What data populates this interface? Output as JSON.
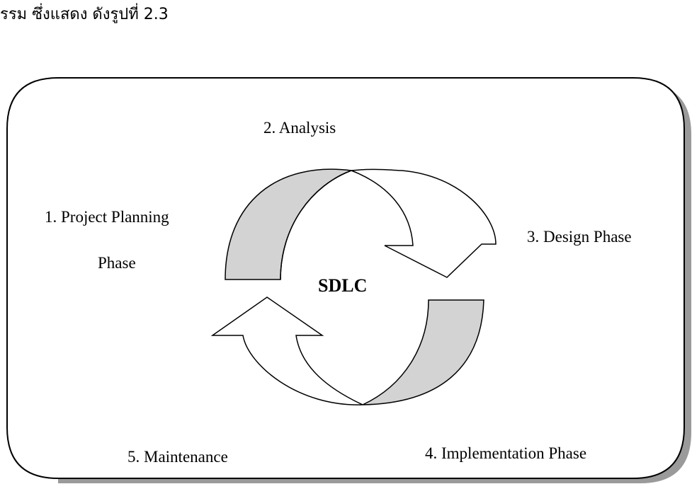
{
  "intro_text": "รรม ซึ่งแสดง ดังรูปที่ 2.3",
  "diagram": {
    "center_label": "SDLC",
    "phases": [
      {
        "label": "1. Project Planning"
      },
      {
        "label": "Phase"
      },
      {
        "label": "2. Analysis"
      },
      {
        "label": "3. Design Phase"
      },
      {
        "label": "4. Implementation Phase"
      },
      {
        "label": "5. Maintenance"
      }
    ]
  },
  "colors": {
    "arrow_fill": "#ffffff",
    "arrow_shade": "#d3d3d3",
    "stroke": "#000000",
    "shadow": "#9a9a9a"
  }
}
